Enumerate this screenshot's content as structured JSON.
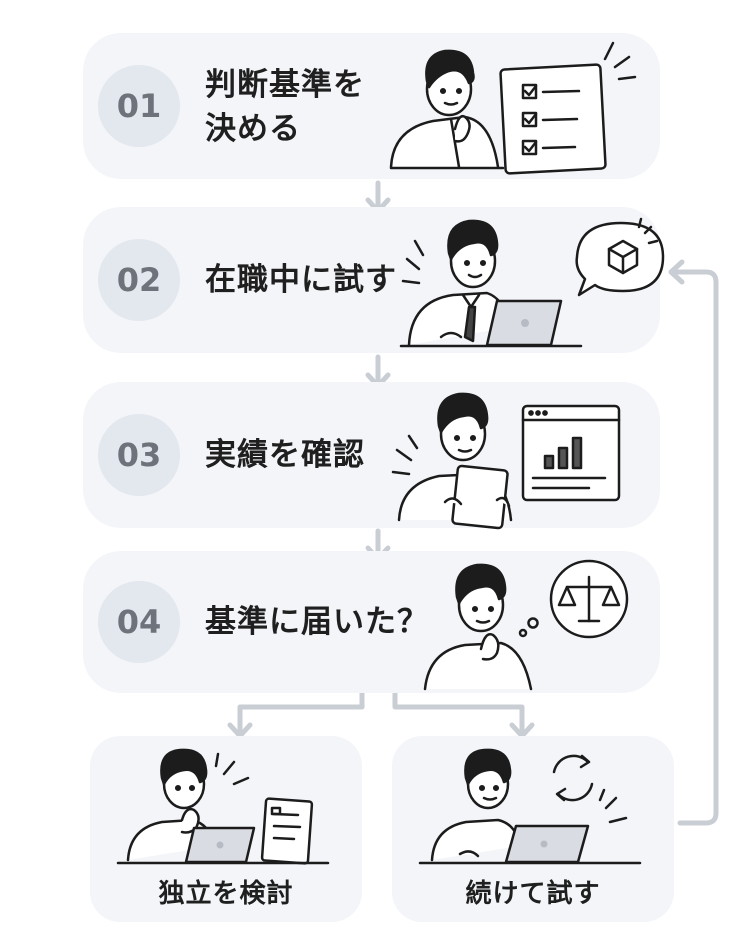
{
  "steps": [
    {
      "number": "01",
      "title_line1": "判断基準を",
      "title_line2": "決める"
    },
    {
      "number": "02",
      "title": "在職中に試す"
    },
    {
      "number": "03",
      "title": "実績を確認"
    },
    {
      "number": "04",
      "title": "基準に届いた？"
    }
  ],
  "outcomes": {
    "independent": "独立を検討",
    "continue": "続けて試す"
  },
  "colors": {
    "card": "#f3f5f9",
    "number_circle": "#e3e7ee",
    "connector": "#c9cdd4",
    "ink": "#1c1c1c"
  }
}
